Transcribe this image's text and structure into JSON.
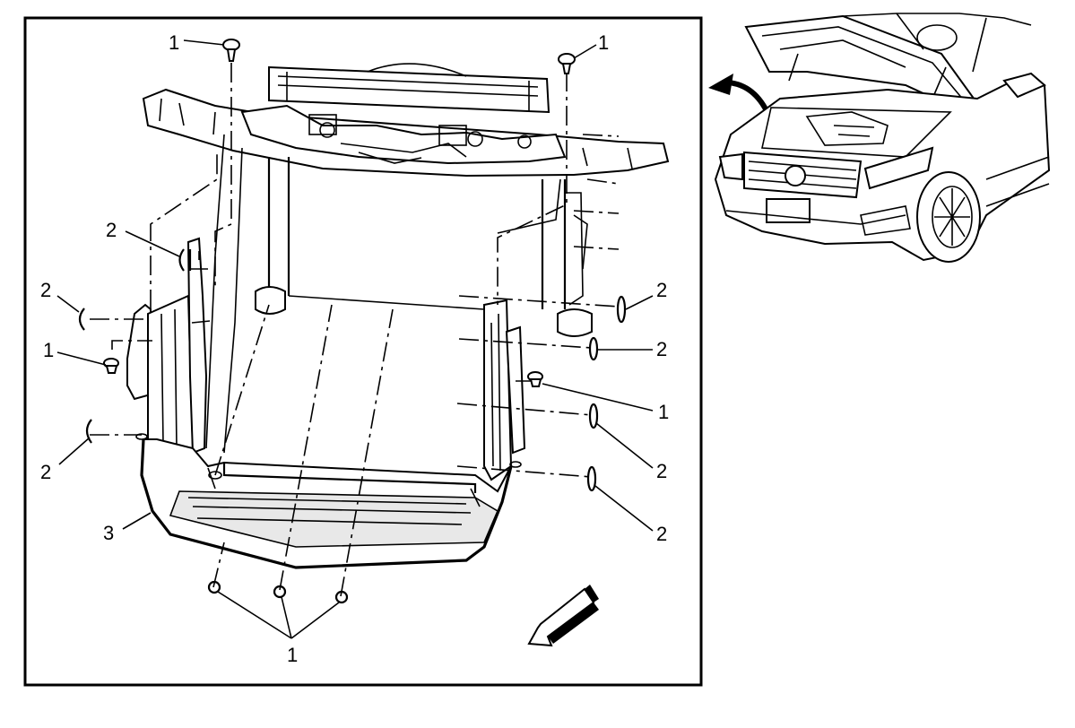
{
  "callouts": {
    "c1_top_left": "1",
    "c1_top_right": "1",
    "c2_upper_left": "2",
    "c2_left_mid": "2",
    "c1_left": "1",
    "c2_left_low": "2",
    "c3_shield": "3",
    "c2_right_1": "2",
    "c2_right_2": "2",
    "c1_right": "1",
    "c2_right_3": "2",
    "c2_right_4": "2",
    "c1_bottom": "1"
  },
  "icons": {
    "direction_arrow": "front-direction-arrow-icon",
    "hood_arrow": "hood-open-arrow-icon"
  }
}
